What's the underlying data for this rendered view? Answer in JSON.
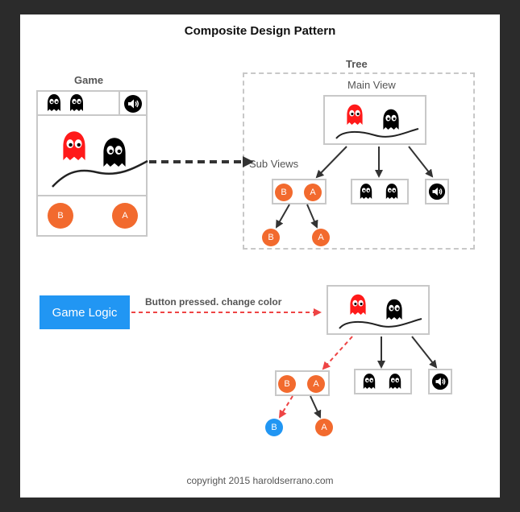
{
  "title": "Composite Design Pattern",
  "game": {
    "label": "Game",
    "button_b": "B",
    "button_a": "A"
  },
  "tree": {
    "label": "Tree",
    "main_view_label": "Main View",
    "sub_views_label": "Sub Views",
    "button_b": "B",
    "button_a": "A"
  },
  "logic": {
    "game_logic_label": "Game Logic",
    "arrow_label": "Button pressed. change color",
    "button_b": "B",
    "button_a": "A"
  },
  "footer": {
    "copyright": "copyright 2015 haroldserrano.com"
  },
  "colors": {
    "orange": "#f26a2e",
    "blue": "#2196f3",
    "red_ghost": "#ff1a1a",
    "dashed_red": "#ee4444"
  }
}
